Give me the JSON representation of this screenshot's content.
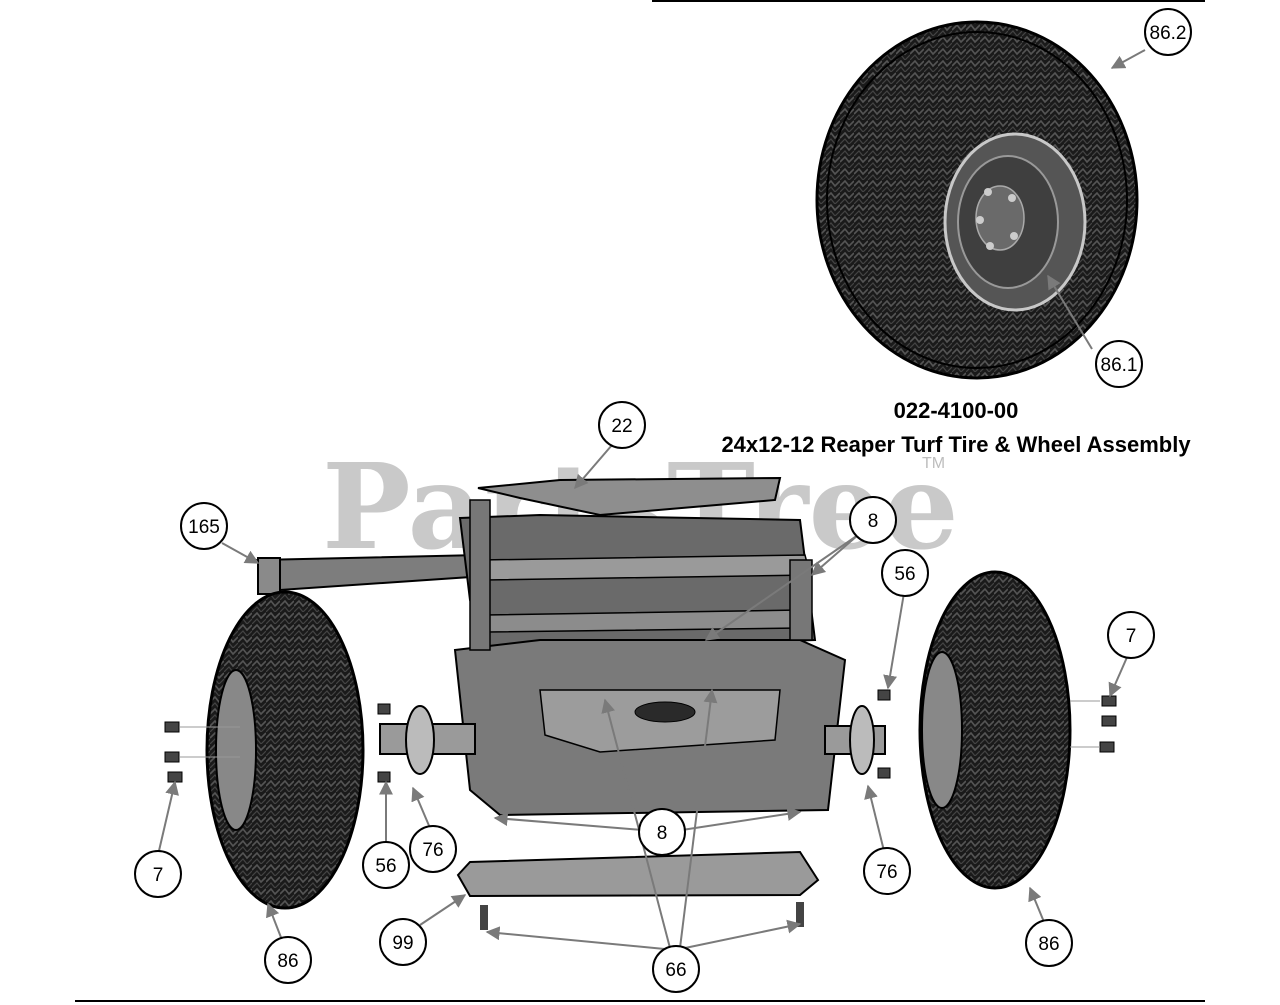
{
  "assembly": {
    "part_number": "022-4100-00",
    "description": "24x12-12 Reaper Turf Tire & Wheel Assembly"
  },
  "watermark": {
    "text": "PartsTree",
    "tm": "TM"
  },
  "callouts": {
    "c86_2": "86.2",
    "c86_1": "86.1",
    "c22": "22",
    "c165": "165",
    "c8_top": "8",
    "c56_right": "56",
    "c7_right": "7",
    "c8_bottom": "8",
    "c7_left": "7",
    "c56_left": "56",
    "c76_left": "76",
    "c76_right": "76",
    "c86_left": "86",
    "c86_right": "86",
    "c99": "99",
    "c66": "66"
  }
}
